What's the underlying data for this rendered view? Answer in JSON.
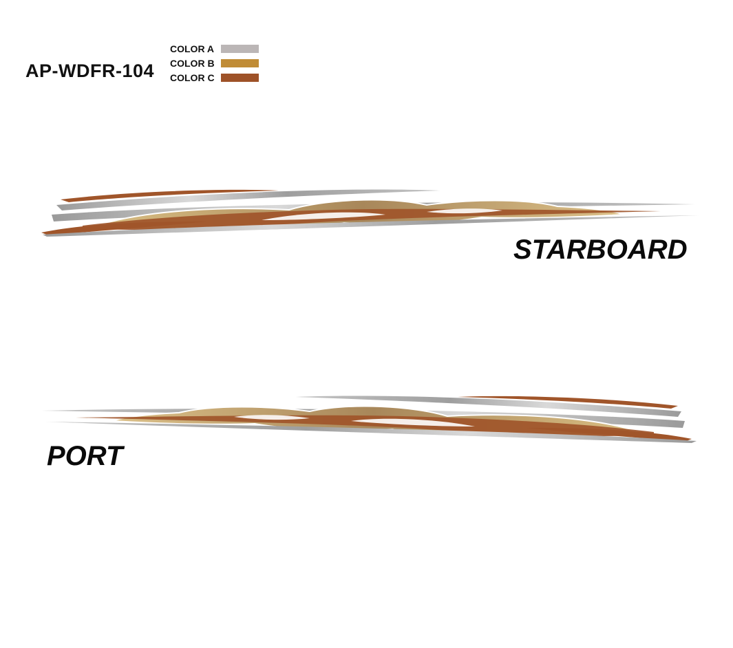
{
  "product_code": "AP-WDFR-104",
  "legend": [
    {
      "label": "COLOR A",
      "color": "#bbb6b6"
    },
    {
      "label": "COLOR B",
      "color": "#c08c36"
    },
    {
      "label": "COLOR C",
      "color": "#9e5228"
    }
  ],
  "sides": {
    "starboard_label": "STARBOARD",
    "port_label": "PORT"
  },
  "colors": {
    "silver": "#a9a9a9",
    "silver_light": "#d7d7d7",
    "gold": "#c8a868",
    "copper": "#a0552a"
  }
}
